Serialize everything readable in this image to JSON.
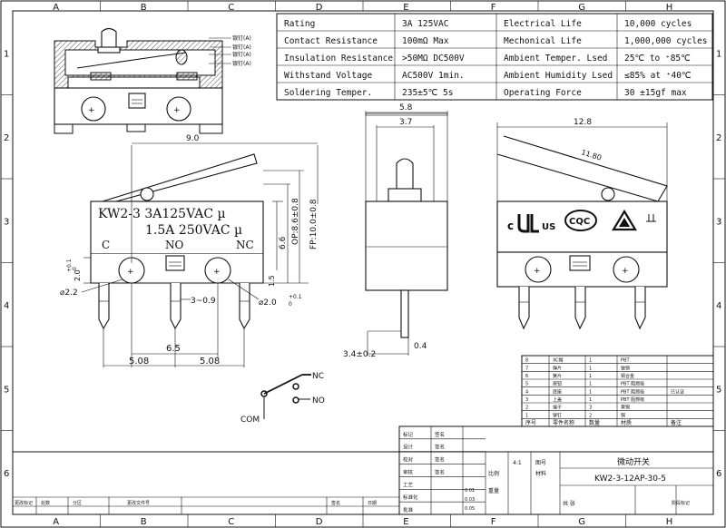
{
  "border": {
    "cols": [
      "A",
      "B",
      "C",
      "D",
      "E",
      "F",
      "G",
      "H"
    ],
    "rows": [
      "1",
      "2",
      "3",
      "4",
      "5",
      "6"
    ]
  },
  "spec_table": [
    [
      "Rating",
      "3A  125VAC",
      "Electrical Life",
      "10,000 cycles"
    ],
    [
      "Contact Resistance",
      "100mΩ  Max",
      "Mechonical Life",
      "1,000,000 cycles"
    ],
    [
      "Insulation Resistance",
      ">50MΩ  DC500V",
      "Ambient Temper. Lsed",
      "25℃ to ⁺85℃"
    ],
    [
      "Withstand Voltage",
      "AC500V  1min.",
      "Ambient Humidity Lsed",
      "≤85% at ⁺40℃"
    ],
    [
      "Soldering Temper.",
      "235±5℃ 5s",
      "Operating Force",
      "30 ±15gf max"
    ]
  ],
  "section_callouts": [
    "银钉(A)",
    "银钉(A)",
    "银钉(A)",
    "银钉(A)"
  ],
  "front_view": {
    "marking_line1": "KW2-3  3A125VAC  µ",
    "marking_line2": "1.5A  250VAC  µ",
    "terminal_labels": [
      "C",
      "NO",
      "NC"
    ],
    "dims": {
      "width": "9.0",
      "op": "OP:8.6±0.8",
      "fp": "FP:10.0±0.8",
      "height": "6.6",
      "hole_left": "⌀2.2",
      "hole_right": "⌀2.0",
      "hole_right_tol": "+0.1",
      "hole_right_tol2": "0",
      "side_tol": "2.0",
      "side_tol_sup": "+0.1",
      "side_tol_sub": "0",
      "pin_gap": "3~0.9",
      "base": "1.5",
      "span": "6.5",
      "pitch_left": "5.08",
      "pitch_right": "5.08"
    }
  },
  "side_view": {
    "dims": {
      "width": "5.8",
      "inner": "3.7",
      "pin": "3.4±0.2",
      "thick": "0.4"
    }
  },
  "right_view": {
    "dims": {
      "width": "12.8",
      "lever": "11.80"
    },
    "marks": {
      "c": "c",
      "us": "US",
      "ccc": "CQC"
    }
  },
  "schematic": {
    "nc": "NC",
    "no": "NO",
    "com": "COM"
  },
  "bom": {
    "rows": [
      [
        "8",
        "XC帽",
        "1",
        "PBT",
        ""
      ],
      [
        "7",
        "弹片",
        "1",
        "铍铜",
        ""
      ],
      [
        "6",
        "簧片",
        "1",
        "铜合金",
        ""
      ],
      [
        "5",
        "按钮",
        "1",
        "PBT 阻燃级",
        ""
      ],
      [
        "4",
        "底座",
        "1",
        "PBT 阻燃级",
        "已认证"
      ],
      [
        "3",
        "上盖",
        "1",
        "PBT 阻燃级",
        ""
      ],
      [
        "2",
        "端子",
        "3",
        "黄铜",
        ""
      ],
      [
        "1",
        "铆钉",
        "2",
        "铜",
        ""
      ]
    ],
    "header": [
      "序号",
      "零件名称",
      "数量",
      "材质",
      "备注"
    ]
  },
  "title_block": {
    "rows_left": [
      "标记",
      "设计",
      "校对",
      "审核",
      "工艺",
      "标准化",
      "批准"
    ],
    "sign": "签名",
    "date": "日期",
    "part_name": "微动开关",
    "part_no": "KW2-3-12AP-30-5",
    "scale_label": "比例",
    "scale": "4:1",
    "sheet_label": "共 张",
    "weight": "重量",
    "material_label": "材料",
    "drawing_no_label": "图号",
    "small_1": "0.01",
    "small_2": "0.03",
    "small_3": "0.05",
    "bottom_items": [
      "更改标记",
      "处数",
      "分区",
      "更改文件号",
      "签名",
      "日期",
      "阶段标记"
    ]
  }
}
